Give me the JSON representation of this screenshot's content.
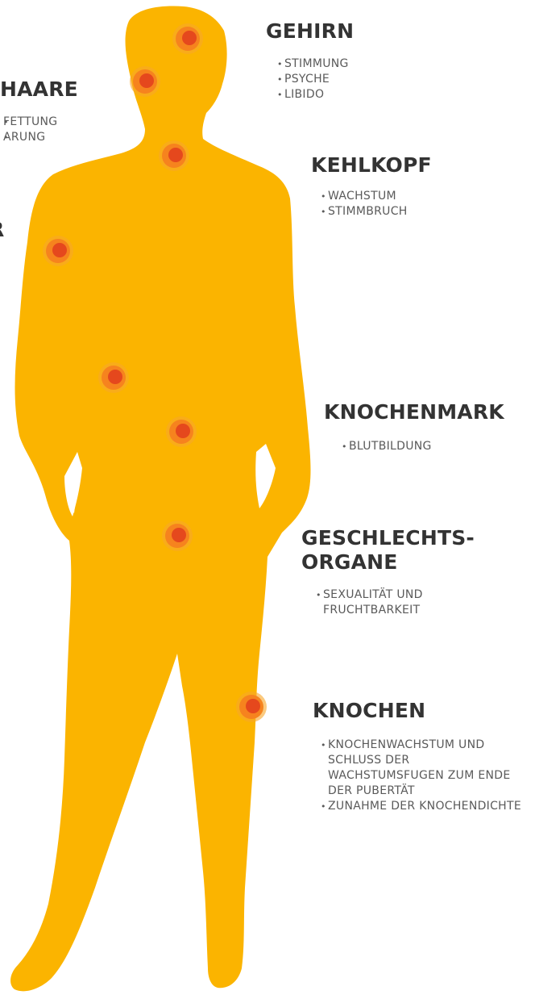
{
  "colors": {
    "silhouette": "#fbb400",
    "hotspot_outer": "#f6831e",
    "hotspot_inner": "#e5481d",
    "heading": "#333333",
    "text": "#5a5a5a"
  },
  "organs": {
    "haare": {
      "title": "HAARE",
      "items": [
        "FETTUNG",
        "ARUNG"
      ]
    },
    "haut": {
      "title": "R"
    },
    "gehirn": {
      "title": "GEHIRN",
      "items": [
        "STIMMUNG",
        "PSYCHE",
        "LIBIDO"
      ]
    },
    "kehlkopf": {
      "title": "KEHLKOPF",
      "items": [
        "WACHSTUM",
        "STIMMBRUCH"
      ]
    },
    "knochenmark": {
      "title": "KNOCHENMARK",
      "items": [
        "BLUTBILDUNG"
      ]
    },
    "geschlechtsorgane": {
      "title_line1": "GESCHLECHTS-",
      "title_line2": "ORGANE",
      "items": [
        "SEXUALITÄT UND FRUCHTBARKEIT"
      ]
    },
    "knochen": {
      "title": "KNOCHEN",
      "items": [
        "KNOCHENWACHSTUM UND SCHLUSS DER WACHSTUMSFUGEN ZUM ENDE DER PUBERTÄT",
        "ZUNAHME DER KNOCHENDICHTE"
      ]
    }
  },
  "hotspot_icon": "target-dot-icon"
}
